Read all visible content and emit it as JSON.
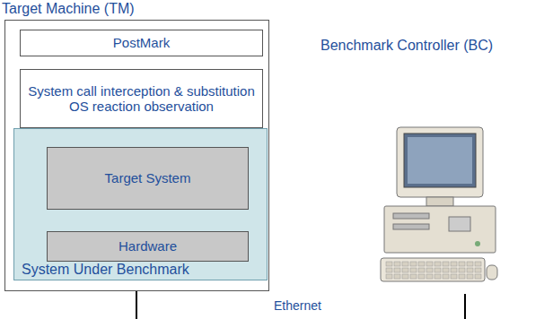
{
  "diagram": {
    "nodes": [
      {
        "text": [
          "Target Machine (TM)"
        ]
      },
      {
        "text": [
          "PostMark"
        ],
        "in": 0
      },
      {
        "text": [
          "System call interception & substitution OS reaction observation"
        ],
        "in": 0
      },
      {
        "text": [
          "System Under Benchmark"
        ],
        "in": 0
      },
      {
        "text": [
          "Target System"
        ],
        "in": 3
      },
      {
        "text": [
          "Hardware"
        ],
        "in": 3
      },
      {
        "text": [
          "Benchmark Controller (BC)"
        ]
      }
    ],
    "edges": [
      {
        "from": 2,
        "to": 4,
        "arrow": "to"
      },
      {
        "from": 4,
        "to": 2,
        "arrow": "to"
      }
    ],
    "labels": [
      "Ethernet"
    ]
  }
}
